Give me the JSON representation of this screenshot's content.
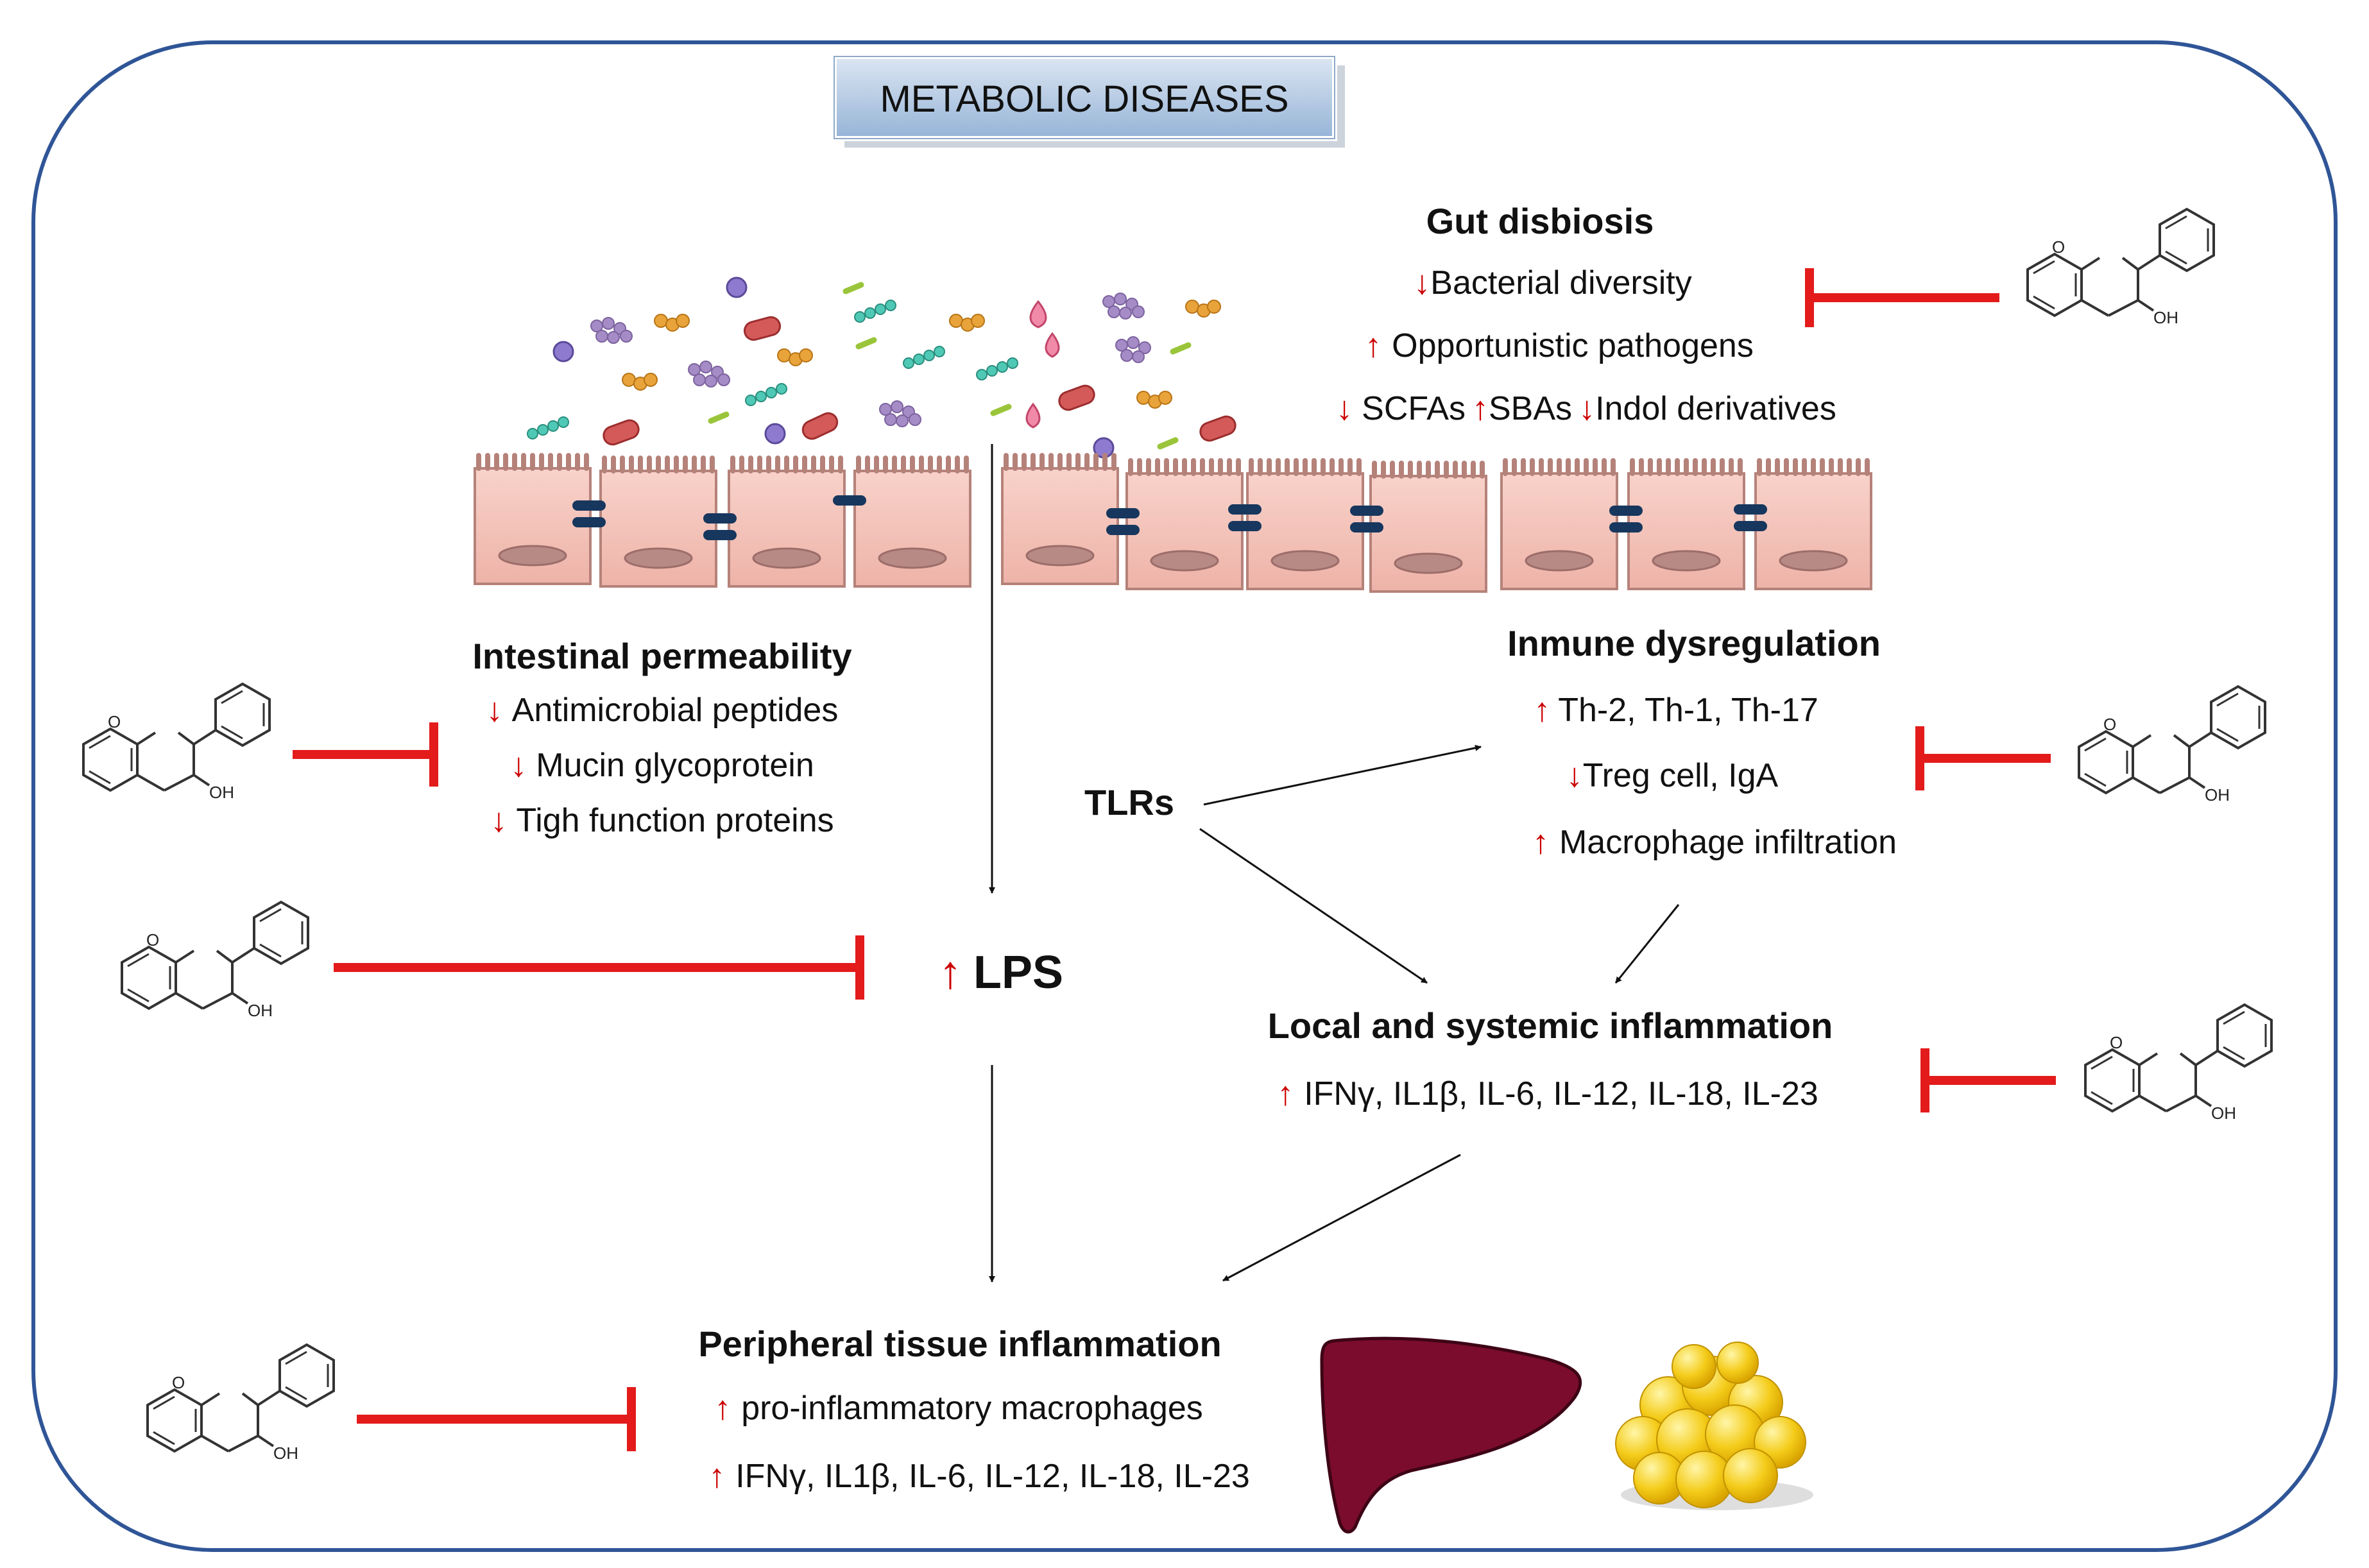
{
  "title": "METABOLIC DISEASES",
  "gut_dysbiosis": {
    "heading": "Gut disbiosis",
    "items": [
      {
        "arrow": "↓",
        "text": "Bacterial diversity"
      },
      {
        "arrow": "↑",
        "text": "Opportunistic pathogens"
      }
    ],
    "metabolites": [
      {
        "arrow": "↓",
        "text": "SCFAs"
      },
      {
        "arrow": "↑",
        "text": "SBAs"
      },
      {
        "arrow": "↓",
        "text": "Indol derivatives"
      }
    ]
  },
  "intestinal_permeability": {
    "heading": "Intestinal permeability",
    "items": [
      {
        "arrow": "↓",
        "text": "Antimicrobial peptides"
      },
      {
        "arrow": "↓",
        "text": "Mucin glycoprotein"
      },
      {
        "arrow": "↓",
        "text": "Tigh function proteins"
      }
    ]
  },
  "immune_dysregulation": {
    "heading": "Inmune dysregulation",
    "items": [
      {
        "arrow": "↑",
        "text": "Th-2, Th-1, Th-17"
      },
      {
        "arrow": "↓",
        "text": "Treg cell, IgA"
      },
      {
        "arrow": "↑",
        "text": "Macrophage infiltration"
      }
    ]
  },
  "tlrs": "TLRs",
  "lps": {
    "arrow": "↑",
    "text": "LPS"
  },
  "local_inflammation": {
    "heading": "Local and systemic inflammation",
    "items": [
      {
        "arrow": "↑",
        "text": "IFNγ, IL1β, IL-6, IL-12, IL-18, IL-23"
      }
    ]
  },
  "peripheral_inflammation": {
    "heading": "Peripheral tissue inflammation",
    "items": [
      {
        "arrow": "↑",
        "text": "pro-inflammatory macrophages"
      },
      {
        "arrow": "↑",
        "text": "IFNγ, IL1β, IL-6, IL-12, IL-18, IL-23"
      }
    ]
  },
  "molecule": {
    "ring_atom": "O",
    "substituent": "OH"
  },
  "colors": {
    "frame": "#2f5597",
    "inhibition": "#e31b1b",
    "arrow_red": "#cc0000",
    "cell": "#f4c4bc",
    "tight_junction": "#17375e",
    "liver": "#7b0c2e",
    "fat": "#f4cc1a",
    "title_box": "#b8cce4"
  }
}
